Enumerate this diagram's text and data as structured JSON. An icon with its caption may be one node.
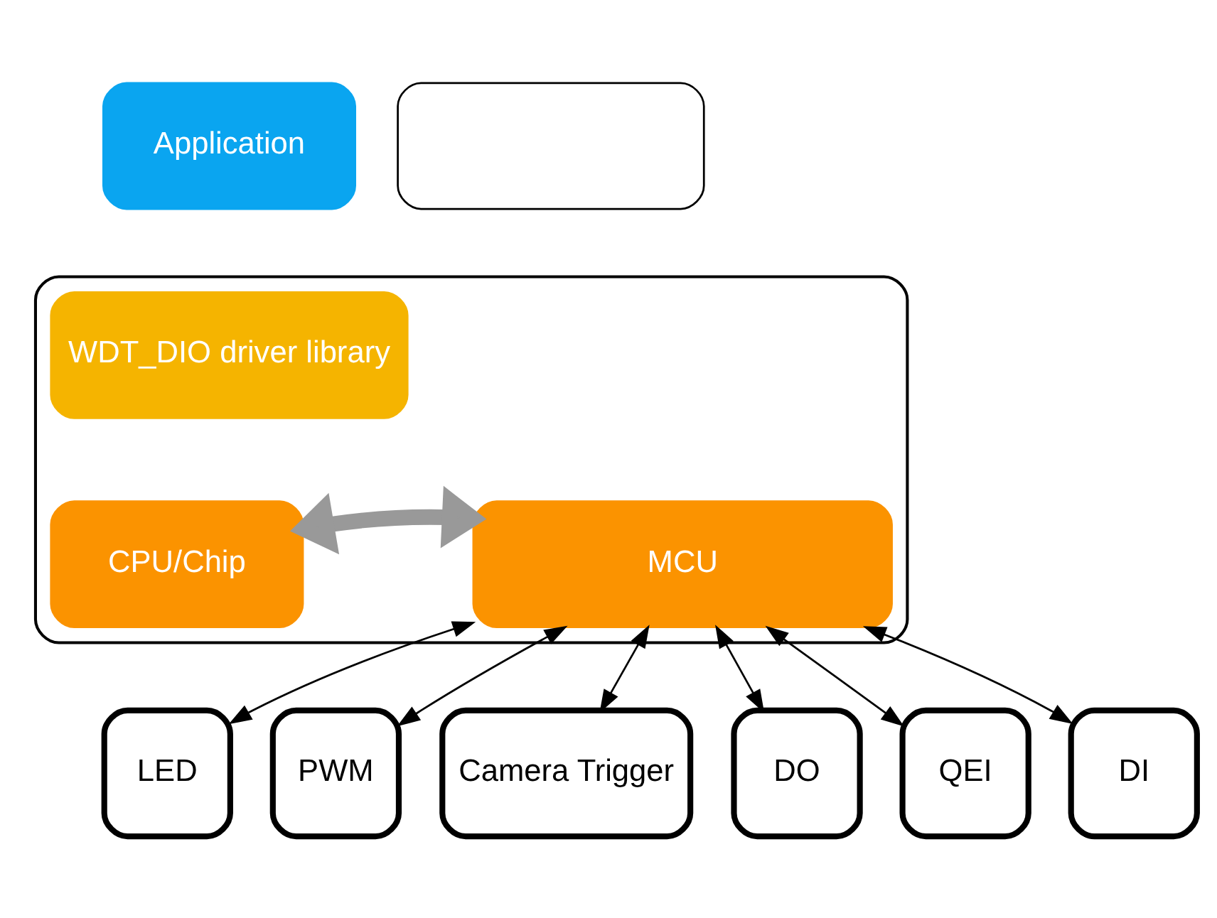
{
  "diagram": {
    "nodes": [
      {
        "text": [
          "Application"
        ]
      },
      {
        "text": [],
        "shape": "box"
      },
      {
        "text": [],
        "shape": "box"
      },
      {
        "text": [
          "WDT_DIO driver library"
        ],
        "in": 2
      },
      {
        "text": [
          "CPU/Chip"
        ],
        "in": 2
      },
      {
        "text": [
          "MCU"
        ],
        "in": 2
      },
      {
        "text": [
          "LED"
        ]
      },
      {
        "text": [
          "PWM"
        ]
      },
      {
        "text": [
          "Camera Trigger"
        ]
      },
      {
        "text": [
          "DO"
        ]
      },
      {
        "text": [
          "QEI"
        ]
      },
      {
        "text": [
          "DI"
        ]
      }
    ],
    "edges": [
      {
        "from": 4,
        "to": 5,
        "arrow": "both",
        "style": "thick",
        "color": "#999999"
      },
      {
        "from": 5,
        "to": 6,
        "arrow": "both"
      },
      {
        "from": 5,
        "to": 7,
        "arrow": "both"
      },
      {
        "from": 5,
        "to": 8,
        "arrow": "both"
      },
      {
        "from": 5,
        "to": 9,
        "arrow": "both"
      },
      {
        "from": 5,
        "to": 10,
        "arrow": "both"
      },
      {
        "from": 5,
        "to": 11,
        "arrow": "both"
      }
    ]
  }
}
